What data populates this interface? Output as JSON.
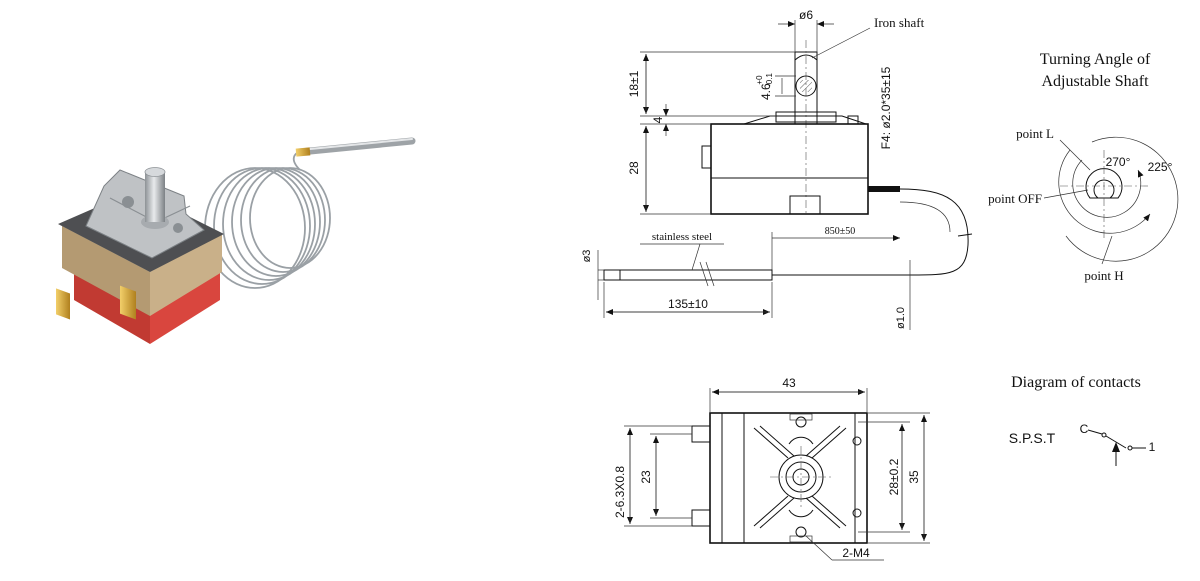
{
  "photo": {
    "label": "thermostat-photo"
  },
  "side_view": {
    "shaft_diameter": "ø6",
    "shaft_label": "Iron shaft",
    "dim_18": "18±1",
    "dim_4_6": "4.6",
    "dim_4_6_tol_top": "+0",
    "dim_4_6_tol_bot": "-0.1",
    "dim_4": "4",
    "dim_28": "28",
    "fuse_label": "F4: ø2.0*35±15",
    "capillary_length": "850±50",
    "stainless_label": "stainless steel",
    "bulb_diameter": "ø3",
    "bulb_length": "135±10",
    "capillary_diameter": "ø1.0"
  },
  "angle": {
    "title_line1": "Turning Angle of",
    "title_line2": "Adjustable Shaft",
    "point_l": "point L",
    "point_off": "point OFF",
    "point_h": "point H",
    "angle_270": "270°",
    "angle_225": "225°"
  },
  "bottom_view": {
    "width": "43",
    "terminals": "2-6.3X0.8",
    "spacing": "23",
    "hole_spacing": "28±0.2",
    "height": "35",
    "mount": "2-M4"
  },
  "contacts": {
    "title": "Diagram of contacts",
    "type": "S.P.S.T",
    "c_label": "C",
    "one_label": "1"
  },
  "colors": {
    "ceramic_red": "#d9463e",
    "ceramic_tan": "#cdb48e",
    "metal": "#b9bcbf",
    "brass": "#d2a33a"
  }
}
